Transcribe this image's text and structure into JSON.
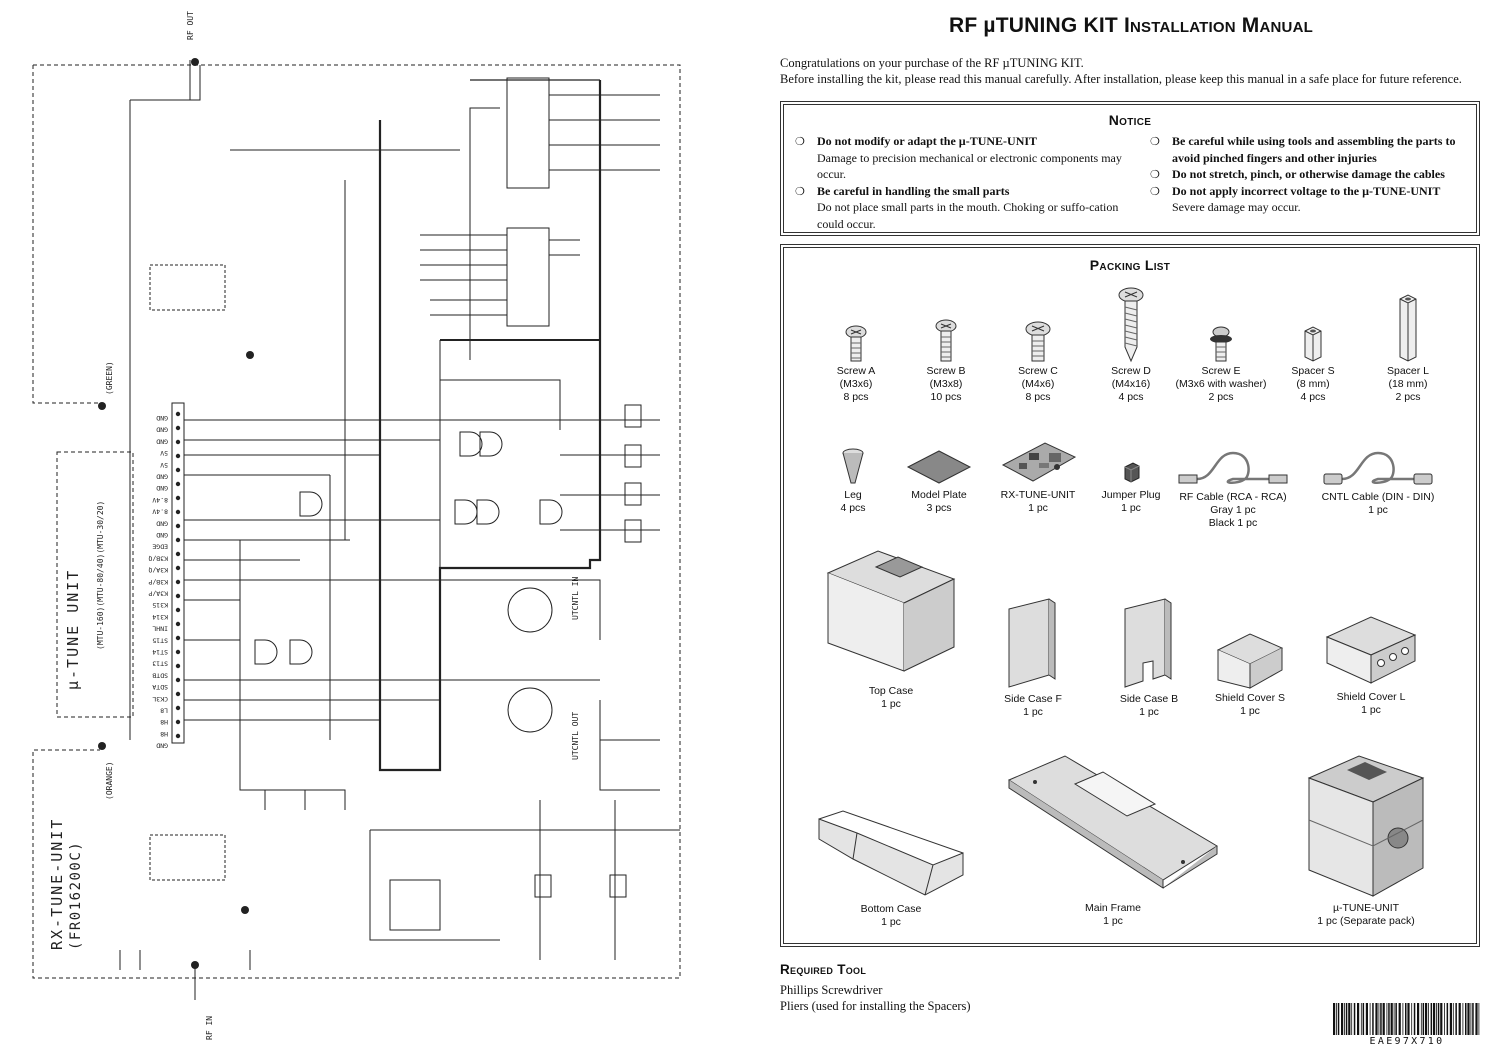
{
  "schematic": {
    "unit_label": "µ-TUNE UNIT",
    "unit_models": "(MTU-160)(MTU-80/40)(MTU-30/20)",
    "board_label": "RX-TUNE-UNIT",
    "board_code": "(FR016200C)",
    "rf_out": "RF OUT",
    "rf_in": "RF IN",
    "green": "(GREEN)",
    "orange": "(ORANGE)",
    "utcntl_in": "UTCNTL IN",
    "utcntl_out": "UTCNTL OUT",
    "pin_labels": [
      "GND",
      "GND",
      "GND",
      "5V",
      "5V",
      "GND",
      "GND",
      "8.4V",
      "8.4V",
      "GND",
      "GND",
      "EDGE",
      "K3B/Q",
      "K3A/Q",
      "K3B/P",
      "K3A/P",
      "K315",
      "K314",
      "INHL",
      "ST15",
      "ST14",
      "ST13",
      "SDTB",
      "SDTA",
      "CK3L",
      "L8",
      "H8",
      "H8",
      "GND"
    ]
  },
  "manual": {
    "title_main": "RF µTUNING KIT",
    "title_rest": "Installation Manual",
    "intro": [
      "Congratulations on your purchase of the RF µTUNING KIT.",
      "Before installing the kit, please read this manual carefully. After installation, please keep this manual in a safe place for future reference."
    ],
    "notice": {
      "heading": "Notice",
      "left": [
        {
          "head": "Do not modify or adapt the µ-TUNE-UNIT",
          "body": "Damage to precision mechanical or electronic components may occur."
        },
        {
          "head": "Be careful in handling the small parts",
          "body": "Do not place small parts in the mouth. Choking or suffo-cation could occur."
        }
      ],
      "right": [
        {
          "head": "Be careful while using tools and assembling the parts to avoid pinched fingers and other injuries",
          "body": ""
        },
        {
          "head": "Do not stretch, pinch, or otherwise damage the cables",
          "body": ""
        },
        {
          "head": "Do not apply incorrect voltage to the µ-TUNE-UNIT",
          "body": "Severe damage may occur."
        }
      ]
    },
    "packing": {
      "heading": "Packing List",
      "items": [
        {
          "name": "Screw A",
          "spec": "(M3x6)",
          "qty": "8 pcs",
          "icon": "screw-icon"
        },
        {
          "name": "Screw B",
          "spec": "(M3x8)",
          "qty": "10 pcs",
          "icon": "screw-icon"
        },
        {
          "name": "Screw C",
          "spec": "(M4x6)",
          "qty": "8 pcs",
          "icon": "screw-icon"
        },
        {
          "name": "Screw D",
          "spec": "(M4x16)",
          "qty": "4 pcs",
          "icon": "tapping-screw-icon"
        },
        {
          "name": "Screw E",
          "spec": "(M3x6 with washer)",
          "qty": "2 pcs",
          "icon": "washer-screw-icon"
        },
        {
          "name": "Spacer S",
          "spec": "(8 mm)",
          "qty": "4 pcs",
          "icon": "spacer-icon"
        },
        {
          "name": "Spacer L",
          "spec": "(18 mm)",
          "qty": "2 pcs",
          "icon": "spacer-icon"
        },
        {
          "name": "Leg",
          "spec": "",
          "qty": "4 pcs",
          "icon": "leg-icon"
        },
        {
          "name": "Model Plate",
          "spec": "",
          "qty": "3 pcs",
          "icon": "plate-icon"
        },
        {
          "name": "RX-TUNE-UNIT",
          "spec": "",
          "qty": "1 pc",
          "icon": "pcb-icon"
        },
        {
          "name": "Jumper Plug",
          "spec": "",
          "qty": "1 pc",
          "icon": "jumper-icon"
        },
        {
          "name": "RF Cable (RCA - RCA)",
          "spec": "Gray 1 pc",
          "qty": "Black 1 pc",
          "icon": "cable-icon"
        },
        {
          "name": "CNTL Cable (DIN - DIN)",
          "spec": "",
          "qty": "1 pc",
          "icon": "cable-icon"
        },
        {
          "name": "Top Case",
          "spec": "",
          "qty": "1 pc",
          "icon": "top-case-icon"
        },
        {
          "name": "Side Case F",
          "spec": "",
          "qty": "1 pc",
          "icon": "side-panel-icon"
        },
        {
          "name": "Side Case B",
          "spec": "",
          "qty": "1 pc",
          "icon": "side-panel-icon"
        },
        {
          "name": "Shield Cover S",
          "spec": "",
          "qty": "1 pc",
          "icon": "shield-cover-icon"
        },
        {
          "name": "Shield Cover L",
          "spec": "",
          "qty": "1 pc",
          "icon": "shield-box-icon"
        },
        {
          "name": "Bottom Case",
          "spec": "",
          "qty": "1 pc",
          "icon": "bottom-case-icon"
        },
        {
          "name": "Main Frame",
          "spec": "",
          "qty": "1 pc",
          "icon": "frame-icon"
        },
        {
          "name": "µ-TUNE-UNIT",
          "spec": "",
          "qty": "1 pc (Separate pack)",
          "icon": "unit-icon"
        }
      ]
    },
    "required_tool": {
      "heading": "Required Tool",
      "items": [
        "Phillips Screwdriver",
        "Pliers (used for installing the Spacers)"
      ]
    },
    "barcode_text": "EAE97X710"
  }
}
